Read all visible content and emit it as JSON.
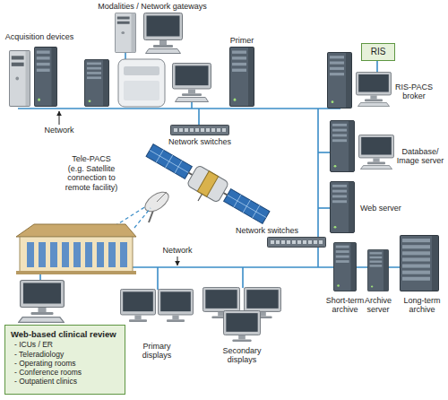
{
  "diagram": {
    "nodes": [
      {
        "text": [
          "RIS"
        ]
      },
      {
        "text": [
          "Web-based clinical review",
          "- ICUs / ER",
          "- Teleradiology",
          "- Operating rooms",
          "- Conference rooms",
          "- Outpatient clinics"
        ]
      }
    ],
    "labels": [
      "Acquisition devices",
      "Modalities / Network gateways",
      "Network",
      "Primer",
      "RIS-PACS broker",
      "Network switches",
      "Database/ Image server",
      "Web server",
      "Tele-PACS",
      "(e.g. Satellite connection to remote facility)",
      "Network switches",
      "Network",
      "Primary displays",
      "Secondary displays",
      "Short-term archive",
      "Archive server",
      "Long-term archive"
    ]
  }
}
